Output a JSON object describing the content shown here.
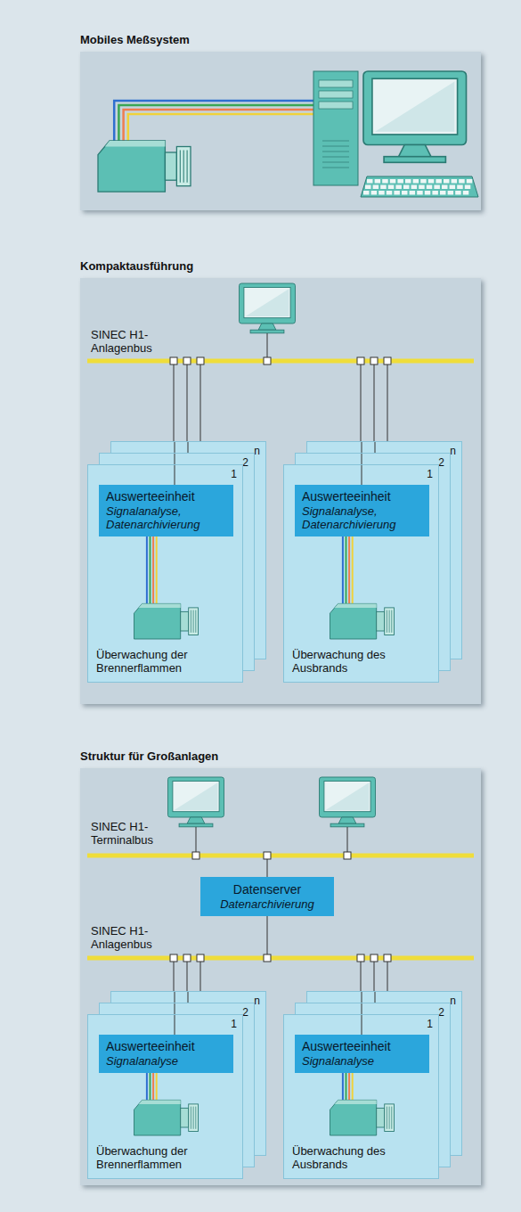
{
  "diagram": {
    "nodes": [
      {
        "text": [
          "Mobiles Meßsystem"
        ]
      },
      {
        "text": [
          "Kompaktausführung"
        ]
      },
      {
        "text": [
          "n"
        ],
        "in": 1
      },
      {
        "text": [
          "2"
        ],
        "in": 1
      },
      {
        "text": [
          "1",
          "Überwachung der Brennerflammen"
        ],
        "in": 1
      },
      {
        "text": [
          "Auswerteeinheit",
          "Signalanalyse, Datenarchivierung"
        ],
        "in": 4
      },
      {
        "text": [
          "n"
        ],
        "in": 1
      },
      {
        "text": [
          "2"
        ],
        "in": 1
      },
      {
        "text": [
          "1",
          "Überwachung des Ausbrands"
        ],
        "in": 1
      },
      {
        "text": [
          "Auswerteeinheit",
          "Signalanalyse, Datenarchivierung"
        ],
        "in": 8
      },
      {
        "text": [
          "Struktur für Großanlagen"
        ]
      },
      {
        "text": [
          "Datenserver",
          "Datenarchivierung"
        ],
        "in": 10
      },
      {
        "text": [
          "n"
        ],
        "in": 10
      },
      {
        "text": [
          "2"
        ],
        "in": 10
      },
      {
        "text": [
          "1",
          "Überwachung der Brennerflammen"
        ],
        "in": 10
      },
      {
        "text": [
          "Auswerteeinheit",
          "Signalanalyse"
        ],
        "in": 14
      },
      {
        "text": [
          "n"
        ],
        "in": 10
      },
      {
        "text": [
          "2"
        ],
        "in": 10
      },
      {
        "text": [
          "1",
          "Überwachung des Ausbrands"
        ],
        "in": 10
      },
      {
        "text": [
          "Auswerteeinheit",
          "Signalanalyse"
        ],
        "in": 18
      }
    ],
    "labels": [
      "SINEC H1- Anlagenbus",
      "SINEC H1- Terminalbus",
      "SINEC H1- Anlagenbus"
    ]
  }
}
